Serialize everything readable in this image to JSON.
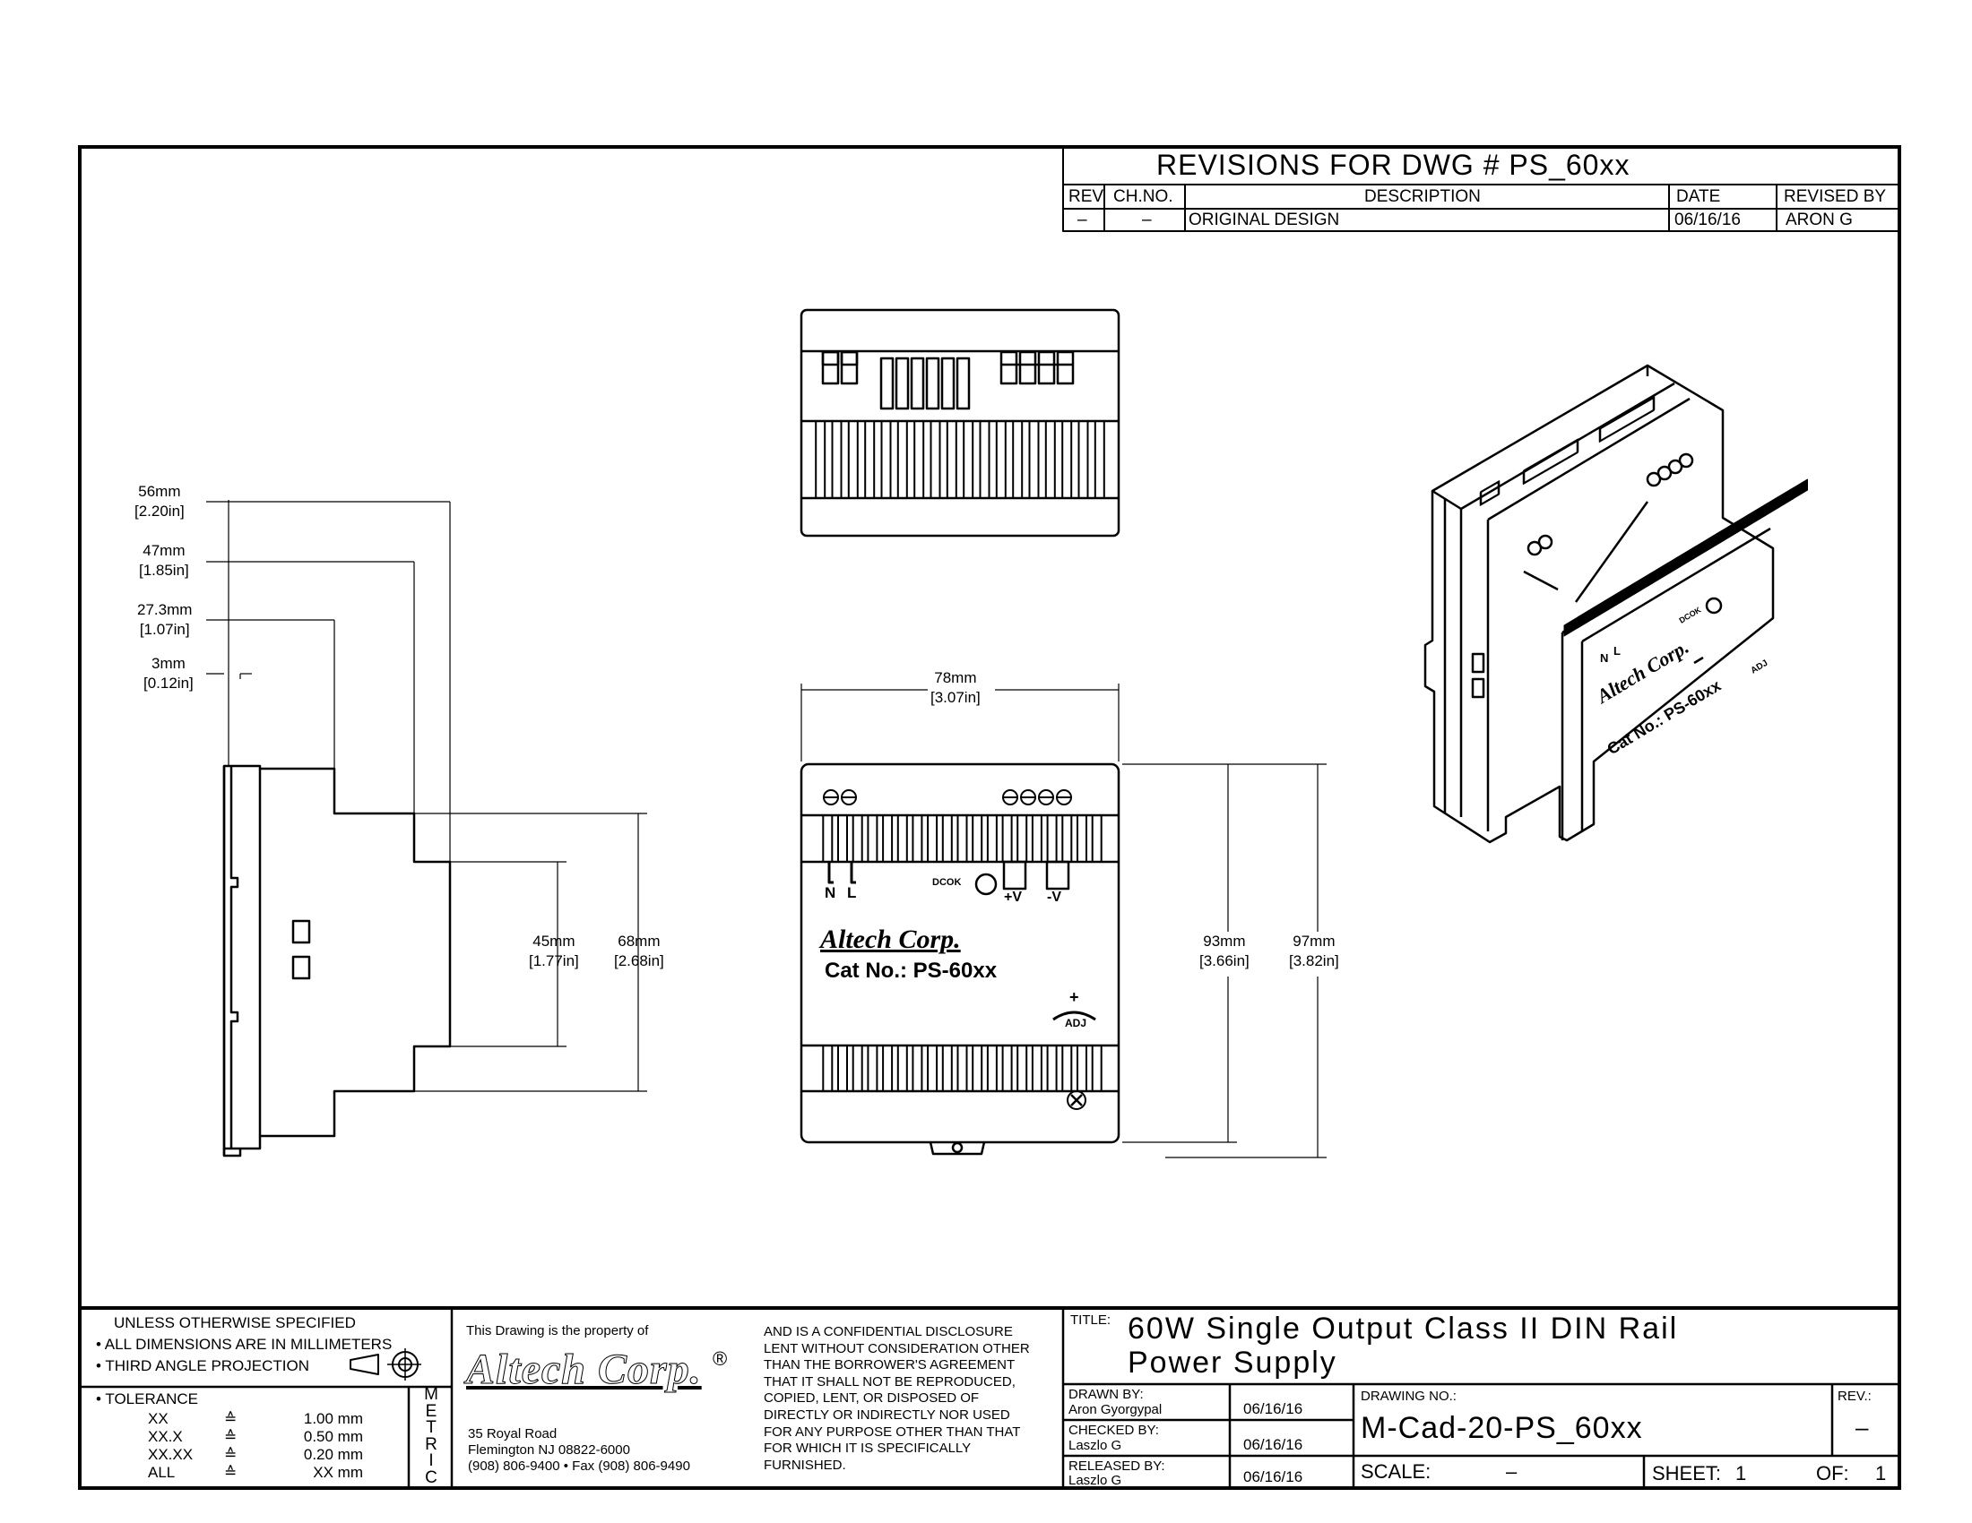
{
  "revisions": {
    "title": "REVISIONS FOR DWG # PS_60xx",
    "headers": {
      "rev": "REV",
      "ch_no": "CH.NO.",
      "description": "DESCRIPTION",
      "date": "DATE",
      "revised_by": "REVISED BY"
    },
    "rows": [
      {
        "rev": "–",
        "ch_no": "–",
        "description": "ORIGINAL DESIGN",
        "date": "06/16/16",
        "revised_by": "ARON G"
      }
    ]
  },
  "side_view": {
    "dims": [
      {
        "mm": "56mm",
        "in": "[2.20in]"
      },
      {
        "mm": "47mm",
        "in": "[1.85in]"
      },
      {
        "mm": "27.3mm",
        "in": "[1.07in]"
      },
      {
        "mm": "3mm",
        "in": "[0.12in]"
      },
      {
        "mm": "45mm",
        "in": "[1.77in]"
      },
      {
        "mm": "68mm",
        "in": "[2.68in]"
      }
    ]
  },
  "front_view": {
    "dims": [
      {
        "mm": "78mm",
        "in": "[3.07in]"
      },
      {
        "mm": "93mm",
        "in": "[3.66in]"
      },
      {
        "mm": "97mm",
        "in": "[3.82in]"
      }
    ],
    "labels": {
      "n": "N",
      "l": "L",
      "dcok": "DCOK",
      "plus_v": "+V",
      "minus_v": "-V",
      "brand": "Altech Corp.",
      "cat_no": "Cat No.: PS-60xx",
      "adj": "ADJ",
      "plus": "+"
    }
  },
  "iso_view": {
    "labels": {
      "brand": "Altech Corp.",
      "cat_no": "Cat No.: PS-60xx",
      "n": "N",
      "l": "L",
      "dcok": "DCOK",
      "adj": "ADJ"
    }
  },
  "title_block": {
    "notes": {
      "header": "UNLESS OTHERWISE SPECIFIED",
      "line1": "• ALL DIMENSIONS ARE IN MILLIMETERS",
      "line2": "• THIRD ANGLE PROJECTION"
    },
    "tolerance": {
      "header": "• TOLERANCE",
      "rows": [
        {
          "key": "XX",
          "sym": "≙",
          "val": "1.00 mm"
        },
        {
          "key": "XX.X",
          "sym": "≙",
          "val": "0.50 mm"
        },
        {
          "key": "XX.XX",
          "sym": "≙",
          "val": "0.20 mm"
        },
        {
          "key": "ALL",
          "sym": "≙",
          "val": "XX mm"
        }
      ],
      "metric": [
        "M",
        "E",
        "T",
        "R",
        "I",
        "C"
      ]
    },
    "property": {
      "line": "This Drawing is the property of",
      "logo": "Altech Corp.",
      "reg": "®",
      "address1": "35 Royal Road",
      "address2": "Flemington NJ 08822-6000",
      "phone": "(908) 806-9400 • Fax (908) 806-9490"
    },
    "disclosure": [
      "AND IS A CONFIDENTIAL DISCLOSURE",
      "LENT WITHOUT CONSIDERATION OTHER",
      "THAN THE BORROWER'S AGREEMENT",
      "THAT IT SHALL NOT BE REPRODUCED,",
      "COPIED, LENT, OR DISPOSED OF",
      "DIRECTLY OR INDIRECTLY NOR USED",
      "FOR ANY PURPOSE OTHER THAN THAT",
      "FOR WHICH IT IS SPECIFICALLY",
      "FURNISHED."
    ],
    "title_label": "TITLE:",
    "title_line1": "60W Single Output Class II DIN Rail",
    "title_line2": "Power Supply",
    "drawn_by_label": "DRAWN BY:",
    "drawn_by": "Aron Gyorgypal",
    "drawn_date": "06/16/16",
    "checked_by_label": "CHECKED BY:",
    "checked_by": "Laszlo G",
    "checked_date": "06/16/16",
    "released_by_label": "RELEASED BY:",
    "released_by": "Laszlo G",
    "released_date": "06/16/16",
    "drawing_no_label": "DRAWING NO.:",
    "drawing_no": "M-Cad-20-PS_60xx",
    "rev_label": "REV.:",
    "rev": "–",
    "scale_label": "SCALE:",
    "scale": "–",
    "sheet_label": "SHEET:",
    "sheet": "1",
    "of_label": "OF:",
    "of": "1"
  }
}
